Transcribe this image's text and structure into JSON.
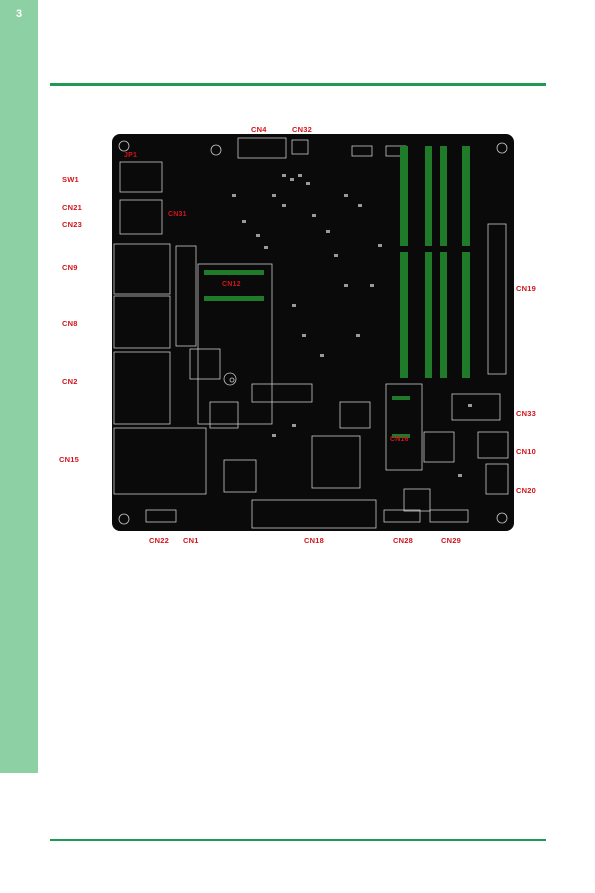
{
  "page": {
    "number": "3"
  },
  "colors": {
    "band": "#8cd0a4",
    "rule": "#1f9a55",
    "label": "#d2141c",
    "board": "#0a0a0a",
    "dimm": "#1f7a2a"
  },
  "board": {
    "connectors": {
      "cn4": "CN4",
      "cn32": "CN32",
      "sw1": "SW1",
      "jp1": "JP1",
      "cn21": "CN21",
      "cn23": "CN23",
      "cn31": "CN31",
      "cn9": "CN9",
      "cn8": "CN8",
      "cn2": "CN2",
      "cn15": "CN15",
      "cn12": "CN12",
      "cn19": "CN19",
      "cn33": "CN33",
      "cn16": "CN16",
      "cn10": "CN10",
      "cn20": "CN20",
      "cn22": "CN22",
      "cn1": "CN1",
      "cn18": "CN18",
      "cn28": "CN28",
      "cn29": "CN29"
    }
  }
}
